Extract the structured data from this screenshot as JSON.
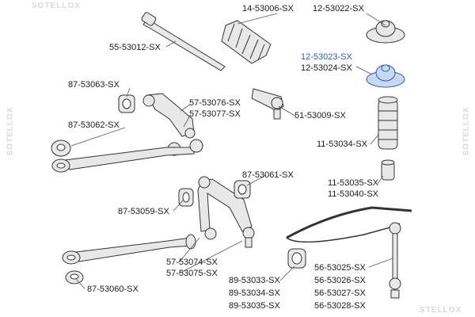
{
  "watermark": {
    "left": "SOTELLOX",
    "right": "SOTELLOX",
    "top": "SOTELLOX",
    "bottom": "STELLOX"
  },
  "labels": {
    "p14_53006": "14-53006-SX",
    "p12_53022": "12-53022-SX",
    "p55_53012": "55-53012-SX",
    "p12_53023": "12-53023-SX",
    "p12_53024": "12-53024-SX",
    "p87_53063": "87-53063-SX",
    "p57_53076": "57-53076-SX",
    "p57_53077": "57-53077-SX",
    "p51_53009": "51-53009-SX",
    "p87_53062": "87-53062-SX",
    "p11_53034": "11-53034-SX",
    "p87_53061": "87-53061-SX",
    "p11_53035": "11-53035-SX",
    "p11_53040": "11-53040-SX",
    "p87_53059": "87-53059-SX",
    "p57_53074": "57-53074-SX",
    "p57_53075": "57-53075-SX",
    "p56_53025": "56-53025-SX",
    "p89_53033": "89-53033-SX",
    "p56_53026": "56-53026-SX",
    "p87_53060": "87-53060-SX",
    "p89_53034": "89-53034-SX",
    "p56_53027": "56-53027-SX",
    "p89_53035": "89-53035-SX",
    "p56_53028": "56-53028-SX"
  },
  "colors": {
    "text": "#1a1a1a",
    "highlight": "#2b5fb0",
    "part_fill": "#e8e8e8",
    "part_stroke": "#333333",
    "watermark": "#d8d8d8"
  }
}
